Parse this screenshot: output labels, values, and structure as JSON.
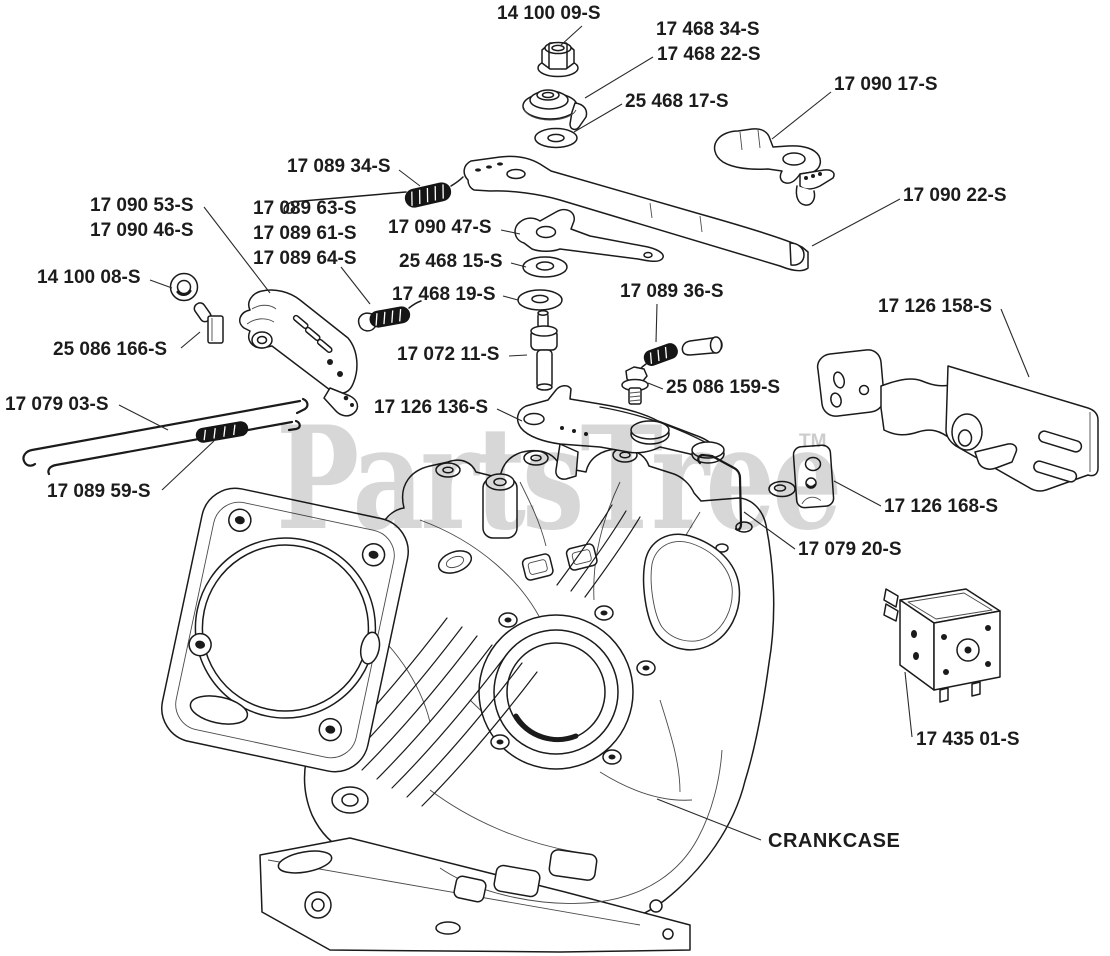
{
  "diagram_title": "CRANKCASE exploded parts diagram",
  "watermark": {
    "text": "PartsTree",
    "tm": "TM",
    "color": "#d7d7d7"
  },
  "component_label": {
    "text": "CRANKCASE"
  },
  "callouts": [
    {
      "id": "14-100-09-S",
      "text": "14 100 09-S"
    },
    {
      "id": "17-468-34-S",
      "text": "17 468 34-S"
    },
    {
      "id": "17-468-22-S",
      "text": "17 468 22-S"
    },
    {
      "id": "25-468-17-S",
      "text": "25 468 17-S"
    },
    {
      "id": "17-090-17-S",
      "text": "17 090 17-S"
    },
    {
      "id": "17-090-22-S",
      "text": "17 090 22-S"
    },
    {
      "id": "17-089-34-S",
      "text": "17 089 34-S"
    },
    {
      "id": "17-090-53-S",
      "text": "17 090 53-S"
    },
    {
      "id": "17-090-46-S",
      "text": "17 090 46-S"
    },
    {
      "id": "17-089-63-S",
      "text": "17 089 63-S"
    },
    {
      "id": "17-089-61-S",
      "text": "17 089 61-S"
    },
    {
      "id": "17-089-64-S",
      "text": "17 089 64-S"
    },
    {
      "id": "14-100-08-S",
      "text": "14 100 08-S"
    },
    {
      "id": "25-086-166-S",
      "text": "25 086 166-S"
    },
    {
      "id": "17-090-47-S",
      "text": "17 090 47-S"
    },
    {
      "id": "25-468-15-S",
      "text": "25 468 15-S"
    },
    {
      "id": "17-468-19-S",
      "text": "17 468 19-S"
    },
    {
      "id": "17-072-11-S",
      "text": "17 072 11-S"
    },
    {
      "id": "17-089-36-S",
      "text": "17 089 36-S"
    },
    {
      "id": "25-086-159-S",
      "text": "25 086 159-S"
    },
    {
      "id": "17-126-136-S",
      "text": "17 126 136-S"
    },
    {
      "id": "17-079-03-S",
      "text": "17 079 03-S"
    },
    {
      "id": "17-089-59-S",
      "text": "17 089 59-S"
    },
    {
      "id": "17-126-158-S",
      "text": "17 126 158-S"
    },
    {
      "id": "17-126-168-S",
      "text": "17 126 168-S"
    },
    {
      "id": "17-079-20-S",
      "text": "17 079 20-S"
    },
    {
      "id": "17-435-01-S",
      "text": "17 435 01-S"
    }
  ]
}
